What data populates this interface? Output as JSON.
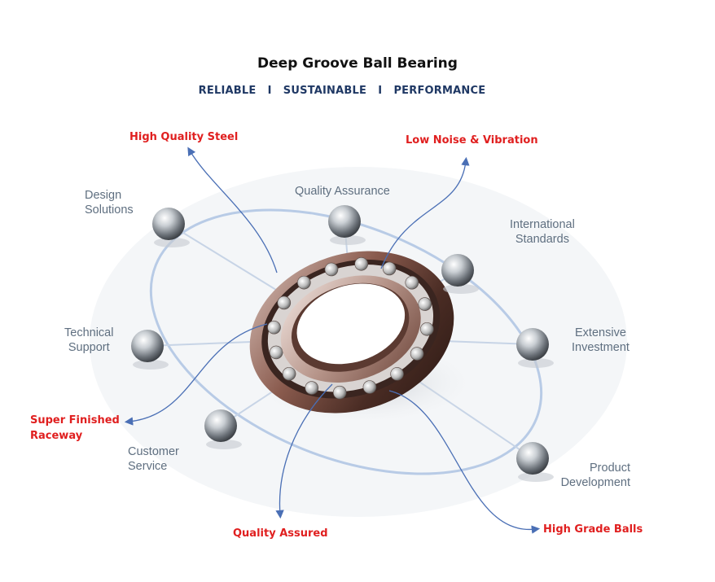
{
  "title": "Deep Groove Ball Bearing",
  "subtitle": "RELIABLE   I   SUSTAINABLE   I   PERFORMANCE",
  "features": {
    "design_solutions": [
      "Design",
      "Solutions"
    ],
    "quality_assurance": "Quality Assurance",
    "international_standards": [
      "International",
      "Standards"
    ],
    "technical_support": [
      "Technical",
      "Support"
    ],
    "extensive_investment": [
      "Extensive",
      "Investment"
    ],
    "customer_service": [
      "Customer",
      "Service"
    ],
    "product_development": [
      "Product",
      "Development"
    ]
  },
  "callouts": {
    "high_quality_steel": "High Quality Steel",
    "low_noise": "Low Noise & Vibration",
    "super_finished": [
      "Super Finished",
      "Raceway"
    ],
    "quality_assured": "Quality Assured",
    "high_grade_balls": "High Grade Balls"
  },
  "colors": {
    "callout_red": "#e01f1f",
    "subtitle_navy": "#1f3864",
    "feature_gray": "#5f6f80",
    "orbit_blue": "#b8cbe6",
    "arrow_blue": "#4a6fb5"
  }
}
